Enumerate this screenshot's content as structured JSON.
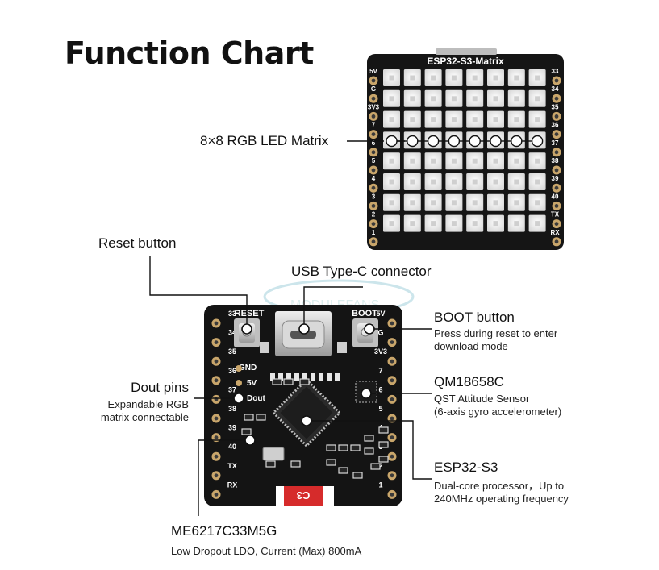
{
  "title": "Function Chart",
  "matrix_board": {
    "name": "ESP32-S3-Matrix",
    "left_pins": [
      "5V",
      "G",
      "3V3",
      "7",
      "6",
      "5",
      "4",
      "3",
      "2",
      "1"
    ],
    "right_pins": [
      "33",
      "34",
      "35",
      "36",
      "37",
      "38",
      "39",
      "40",
      "TX",
      "RX"
    ]
  },
  "main_board": {
    "reset_silk": "RESET",
    "boot_silk": "BOOT",
    "left_pins": [
      "33",
      "34",
      "35",
      "36",
      "37",
      "38",
      "39",
      "40",
      "TX",
      "RX"
    ],
    "right_pins": [
      "5V",
      "G",
      "3V3",
      "7",
      "6",
      "5",
      "4",
      "3",
      "2",
      "1"
    ],
    "gnd_silk": "GND",
    "v5_silk": "5V",
    "dout_silk": "Dout",
    "chip_silk": "C3"
  },
  "callouts": {
    "led_matrix": "8×8 RGB LED Matrix",
    "reset": "Reset button",
    "usb": "USB Type-C connector",
    "boot": {
      "title": "BOOT button",
      "desc1": "Press during reset to enter",
      "desc2": "download mode"
    },
    "dout": {
      "title": "Dout pins",
      "desc1": "Expandable RGB",
      "desc2": "matrix connectable"
    },
    "imu": {
      "title": "QM18658C",
      "desc1": "QST Attitude Sensor",
      "desc2": "(6-axis gyro accelerometer)"
    },
    "esp": {
      "title": "ESP32-S3",
      "desc1": "Dual-core processor，Up to",
      "desc2": "240MHz operating frequency"
    },
    "ldo": {
      "title": "ME6217C33M5G",
      "desc1": "Low Dropout LDO, Current (Max) 800mA"
    }
  },
  "colors": {
    "pcb": "#141414",
    "led_frame": "#f2f2f2",
    "pin_gold": "#c9a66b",
    "silk": "#ffffff",
    "accent_red": "#d62b2b"
  }
}
